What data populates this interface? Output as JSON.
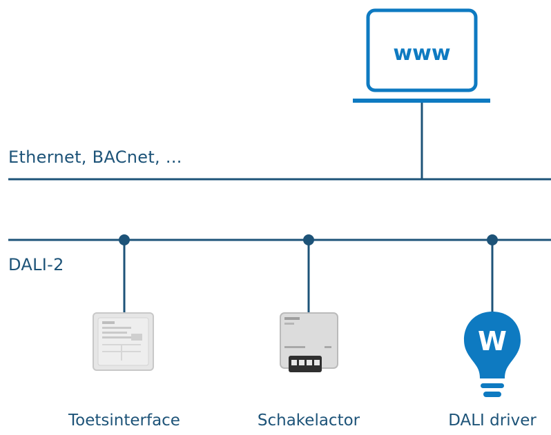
{
  "laptop": {
    "screen_text": "www"
  },
  "buses": {
    "ethernet_label": "Ethernet, BACnet, ...",
    "dali_label": "DALI-2"
  },
  "devices": [
    {
      "id": "toetsinterface",
      "label": "Toetsinterface"
    },
    {
      "id": "schakelactor",
      "label": "Schakelactor"
    },
    {
      "id": "dali-driver",
      "label": "DALI driver",
      "bulb_letter": "W"
    }
  ],
  "colors": {
    "line": "#1d5378",
    "accent": "#0e7ac1",
    "device_body": "#dedede",
    "device_edge": "#bcbcbc"
  }
}
